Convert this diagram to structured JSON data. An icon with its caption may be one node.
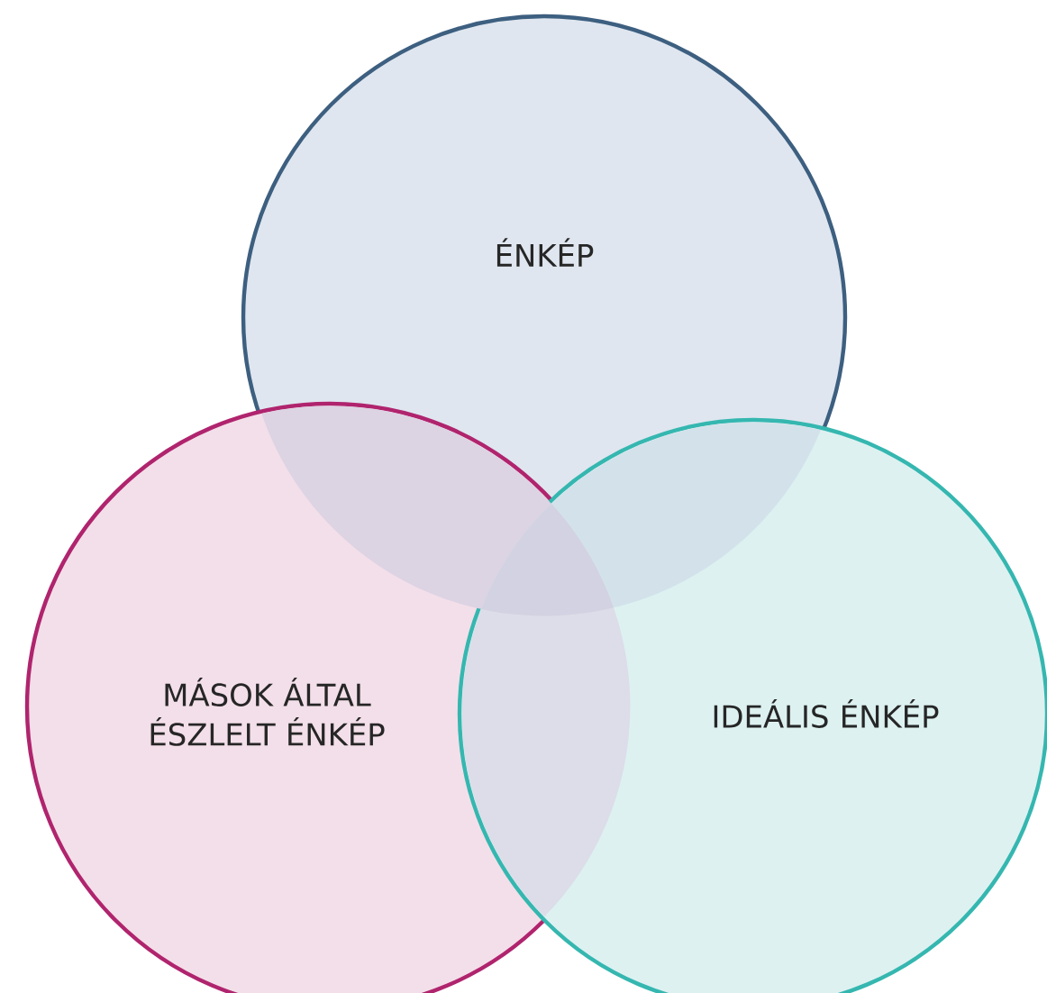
{
  "diagram": {
    "nodes": [
      {
        "text": [
          "ÉNKÉP"
        ]
      },
      {
        "text": [
          "MÁSOK ÁLTAL ÉSZLELT ÉNKÉP"
        ]
      },
      {
        "text": [
          "IDEÁLIS ÉNKÉP"
        ]
      }
    ]
  }
}
